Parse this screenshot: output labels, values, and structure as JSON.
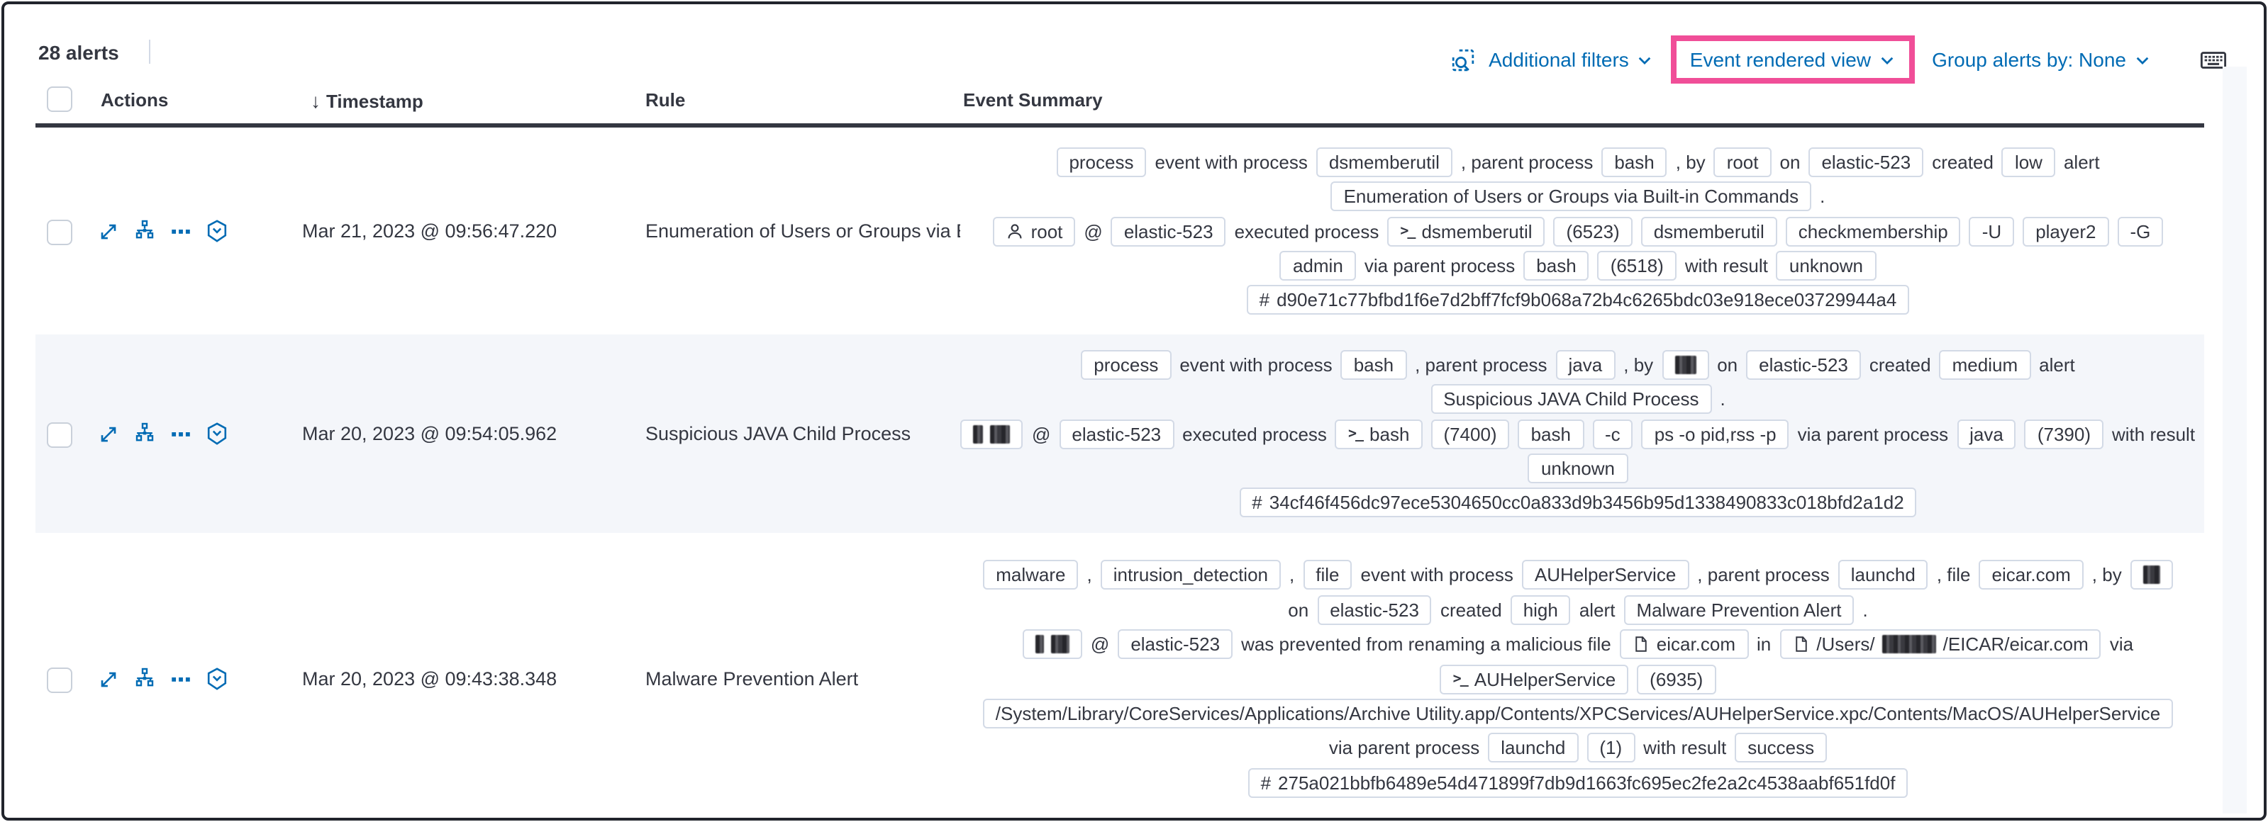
{
  "colors": {
    "accent_pink": "#f04e98",
    "link_blue": "#006bb4",
    "text_dark": "#343741",
    "badge_border": "#d3dae6",
    "row_alt_bg": "#f4f6fa"
  },
  "toolbar": {
    "alert_count": "28 alerts",
    "inspect_icon": "inspect-icon",
    "additional_filters_label": "Additional filters",
    "view_selector_label": "Event rendered view",
    "group_by_label": "Group alerts by: None",
    "keyboard_icon": "keyboard-icon"
  },
  "table": {
    "headers": {
      "actions": "Actions",
      "timestamp": "Timestamp",
      "rule": "Rule",
      "summary": "Event Summary"
    },
    "sort_arrow": "↓",
    "action_icons": [
      {
        "name": "expand-alert",
        "icon": "expand"
      },
      {
        "name": "analyze-event",
        "icon": "analyzer"
      },
      {
        "name": "more-actions",
        "icon": "ellipsis"
      },
      {
        "name": "investigate-in-timeline",
        "icon": "timeline"
      }
    ],
    "rows": [
      {
        "timestamp": "Mar 21, 2023 @ 09:56:47.220",
        "rule": "Enumeration of Users or Groups via Bui",
        "summary_lines": [
          [
            {
              "k": "b",
              "v": "process"
            },
            {
              "k": "t",
              "v": "event with process"
            },
            {
              "k": "b",
              "v": "dsmemberutil"
            },
            {
              "k": "t",
              "v": ", parent process"
            },
            {
              "k": "b",
              "v": "bash"
            },
            {
              "k": "t",
              "v": ", by"
            },
            {
              "k": "b",
              "v": "root"
            },
            {
              "k": "t",
              "v": "on"
            },
            {
              "k": "b",
              "v": "elastic-523"
            },
            {
              "k": "t",
              "v": "created"
            },
            {
              "k": "b",
              "v": "low"
            },
            {
              "k": "t",
              "v": "alert"
            }
          ],
          [
            {
              "k": "b",
              "v": "Enumeration of Users or Groups via Built-in Commands"
            },
            {
              "k": "t",
              "v": "."
            }
          ],
          [
            {
              "k": "b",
              "v": "root",
              "i": "user"
            },
            {
              "k": "t",
              "v": "@"
            },
            {
              "k": "b",
              "v": "elastic-523"
            },
            {
              "k": "t",
              "v": "executed process"
            },
            {
              "k": "b",
              "v": "dsmemberutil",
              "i": "terminal"
            },
            {
              "k": "b",
              "v": "(6523)"
            },
            {
              "k": "b",
              "v": "dsmemberutil"
            },
            {
              "k": "b",
              "v": "checkmembership"
            },
            {
              "k": "b",
              "v": "-U"
            },
            {
              "k": "b",
              "v": "player2"
            },
            {
              "k": "b",
              "v": "-G"
            }
          ],
          [
            {
              "k": "b",
              "v": "admin"
            },
            {
              "k": "t",
              "v": "via parent process"
            },
            {
              "k": "b",
              "v": "bash"
            },
            {
              "k": "b",
              "v": "(6518)"
            },
            {
              "k": "t",
              "v": "with result"
            },
            {
              "k": "b",
              "v": "unknown"
            }
          ],
          [
            {
              "k": "b",
              "v": "d90e71c77bfbd1f6e7d2bff7fcf9b068a72b4c6265bdc03e918ece03729944a4",
              "i": "hash"
            }
          ]
        ]
      },
      {
        "timestamp": "Mar 20, 2023 @ 09:54:05.962",
        "rule": "Suspicious JAVA Child Process",
        "summary_lines": [
          [
            {
              "k": "b",
              "v": "process"
            },
            {
              "k": "t",
              "v": "event with process"
            },
            {
              "k": "b",
              "v": "bash"
            },
            {
              "k": "t",
              "v": ", parent process"
            },
            {
              "k": "b",
              "v": "java"
            },
            {
              "k": "t",
              "v": ", by"
            },
            {
              "k": "b",
              "parts": [
                {
                  "r": 15
                }
              ]
            },
            {
              "k": "t",
              "v": "on"
            },
            {
              "k": "b",
              "v": "elastic-523"
            },
            {
              "k": "t",
              "v": "created"
            },
            {
              "k": "b",
              "v": "medium"
            },
            {
              "k": "t",
              "v": "alert"
            }
          ],
          [
            {
              "k": "b",
              "v": "Suspicious JAVA Child Process"
            },
            {
              "k": "t",
              "v": "."
            }
          ],
          [
            {
              "k": "b",
              "parts": [
                {
                  "r": 7
                },
                {
                  "r": 14
                }
              ]
            },
            {
              "k": "t",
              "v": "@"
            },
            {
              "k": "b",
              "v": "elastic-523"
            },
            {
              "k": "t",
              "v": "executed process"
            },
            {
              "k": "b",
              "v": "bash",
              "i": "terminal"
            },
            {
              "k": "b",
              "v": "(7400)"
            },
            {
              "k": "b",
              "v": "bash"
            },
            {
              "k": "b",
              "v": "-c"
            },
            {
              "k": "b",
              "v": "ps -o pid,rss -p"
            },
            {
              "k": "t",
              "v": "via parent process"
            },
            {
              "k": "b",
              "v": "java"
            },
            {
              "k": "b",
              "v": "(7390)"
            },
            {
              "k": "t",
              "v": "with result"
            }
          ],
          [
            {
              "k": "b",
              "v": "unknown"
            }
          ],
          [
            {
              "k": "b",
              "v": "34cf46f456dc97ece5304650cc0a833d9b3456b95d1338490833c018bfd2a1d2",
              "i": "hash"
            }
          ]
        ]
      },
      {
        "timestamp": "Mar 20, 2023 @ 09:43:38.348",
        "rule": "Malware Prevention Alert",
        "summary_lines": [
          [
            {
              "k": "b",
              "v": "malware"
            },
            {
              "k": "t",
              "v": ","
            },
            {
              "k": "b",
              "v": "intrusion_detection"
            },
            {
              "k": "t",
              "v": ","
            },
            {
              "k": "b",
              "v": "file"
            },
            {
              "k": "t",
              "v": "event with process"
            },
            {
              "k": "b",
              "v": "AUHelperService"
            },
            {
              "k": "t",
              "v": ", parent process"
            },
            {
              "k": "b",
              "v": "launchd"
            },
            {
              "k": "t",
              "v": ", file"
            },
            {
              "k": "b",
              "v": "eicar.com"
            },
            {
              "k": "t",
              "v": ", by"
            },
            {
              "k": "b",
              "parts": [
                {
                  "r": 12
                }
              ]
            }
          ],
          [
            {
              "k": "t",
              "v": "on"
            },
            {
              "k": "b",
              "v": "elastic-523"
            },
            {
              "k": "t",
              "v": "created"
            },
            {
              "k": "b",
              "v": "high"
            },
            {
              "k": "t",
              "v": "alert"
            },
            {
              "k": "b",
              "v": "Malware Prevention Alert"
            },
            {
              "k": "t",
              "v": "."
            }
          ],
          [
            {
              "k": "b",
              "parts": [
                {
                  "r": 6
                },
                {
                  "r": 13
                }
              ]
            },
            {
              "k": "t",
              "v": "@"
            },
            {
              "k": "b",
              "v": "elastic-523"
            },
            {
              "k": "t",
              "v": "was prevented from renaming a malicious file"
            },
            {
              "k": "b",
              "v": "eicar.com",
              "i": "document"
            },
            {
              "k": "t",
              "v": "in"
            },
            {
              "k": "b",
              "i": "document",
              "parts": [
                {
                  "t": "/Users/"
                },
                {
                  "r": 38
                },
                {
                  "t": "/EICAR/eicar.com"
                }
              ]
            },
            {
              "k": "t",
              "v": "via"
            }
          ],
          [
            {
              "k": "b",
              "v": "AUHelperService",
              "i": "terminal"
            },
            {
              "k": "b",
              "v": "(6935)"
            }
          ],
          [
            {
              "k": "b",
              "v": "/System/Library/CoreServices/Applications/Archive Utility.app/Contents/XPCServices/AUHelperService.xpc/Contents/MacOS/AUHelperService"
            }
          ],
          [
            {
              "k": "t",
              "v": "via parent process"
            },
            {
              "k": "b",
              "v": "launchd"
            },
            {
              "k": "b",
              "v": "(1)"
            },
            {
              "k": "t",
              "v": "with result"
            },
            {
              "k": "b",
              "v": "success"
            }
          ],
          [
            {
              "k": "b",
              "v": "275a021bbfb6489e54d471899f7db9d1663fc695ec2fe2a2c4538aabf651fd0f",
              "i": "hash"
            }
          ]
        ]
      }
    ]
  }
}
